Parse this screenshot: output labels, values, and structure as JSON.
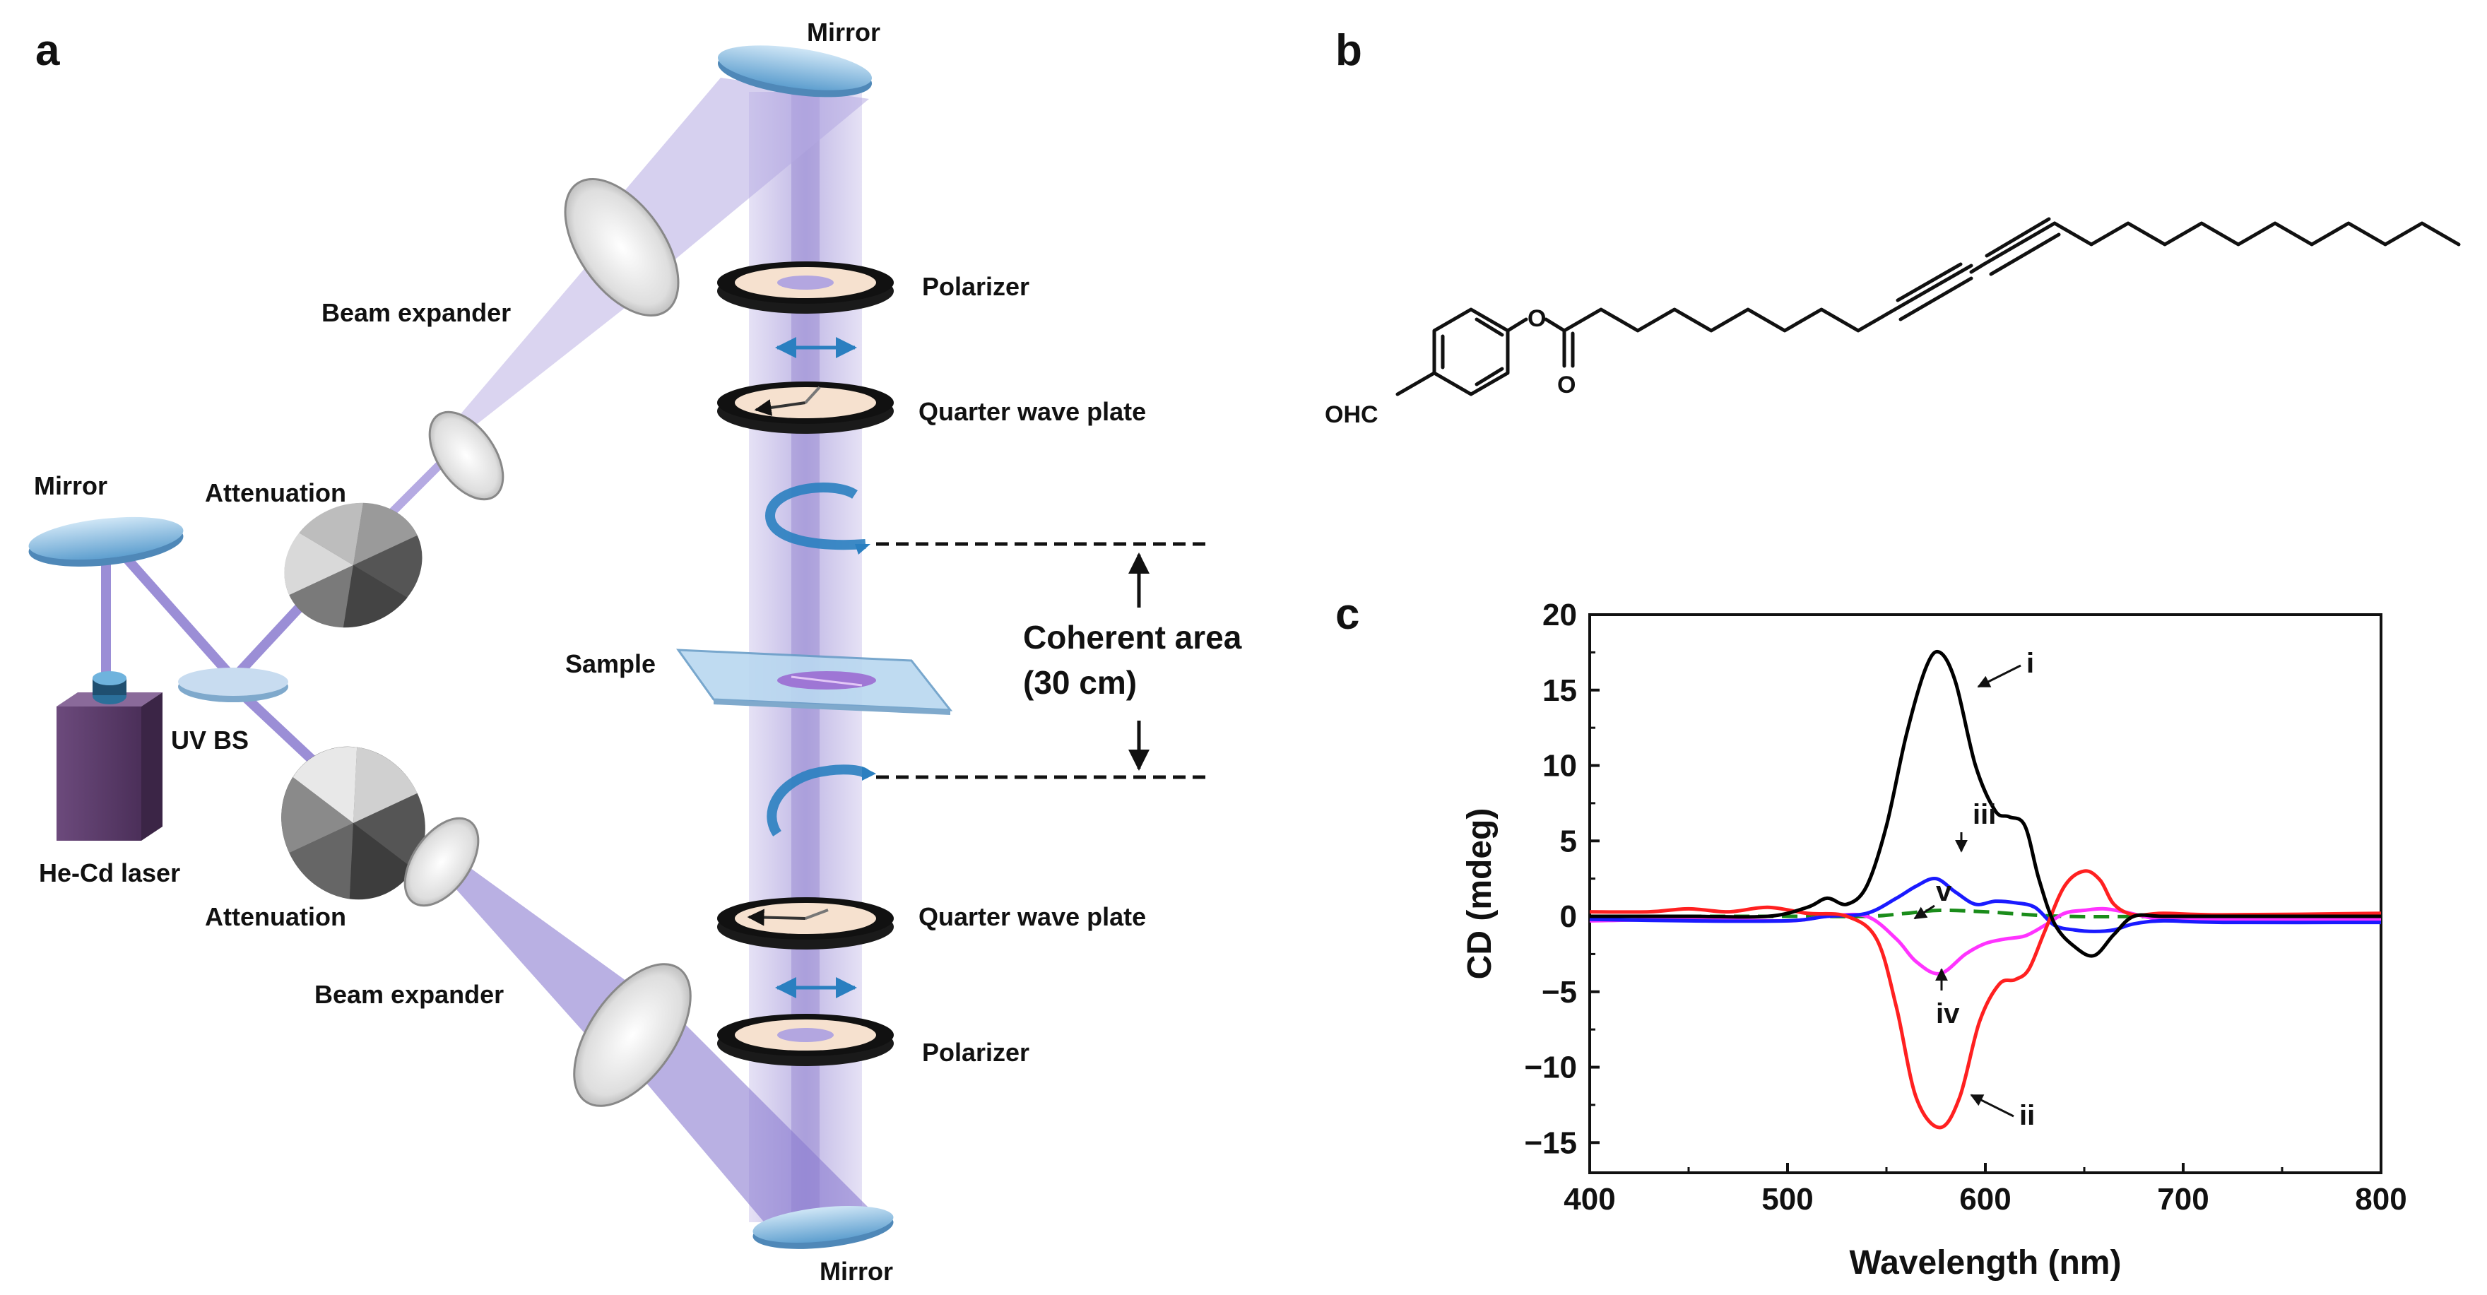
{
  "panels": {
    "a": {
      "letter": "a",
      "labels": {
        "mirror_top": "Mirror",
        "mirror_left": "Mirror",
        "mirror_bottom": "Mirror",
        "beam_expander_top": "Beam expander",
        "beam_expander_bottom": "Beam expander",
        "attenuation_top": "Attenuation",
        "attenuation_bottom": "Attenuation",
        "polarizer_top": "Polarizer",
        "polarizer_bottom": "Polarizer",
        "qwp_top": "Quarter wave plate",
        "qwp_bottom": "Quarter wave plate",
        "sample": "Sample",
        "uv_bs": "UV BS",
        "laser": "He-Cd laser",
        "coherent_line1": "Coherent area",
        "coherent_line2": "(30 cm)"
      }
    },
    "b": {
      "letter": "b",
      "ohc": "OHC",
      "ester_o": "O",
      "carbonyl_o": "O"
    },
    "c": {
      "letter": "c"
    }
  },
  "colors": {
    "beam": "#9b8ed6",
    "mirror": "#7fb6de",
    "series_i": "#000000",
    "series_ii": "#ff2020",
    "series_iii": "#1a1aff",
    "series_iv": "#ff33ff",
    "series_v": "#1a8c1a"
  },
  "chart_data": {
    "type": "line",
    "xlabel": "Wavelength (nm)",
    "ylabel": "CD (mdeg)",
    "xlim": [
      400,
      800
    ],
    "ylim": [
      -17,
      20
    ],
    "xticks": [
      400,
      500,
      600,
      700,
      800
    ],
    "yticks": [
      20,
      15,
      10,
      5,
      0,
      -5,
      -10,
      -15
    ],
    "grid": false,
    "series": [
      {
        "name": "i",
        "color": "#000000",
        "dash": false,
        "x": [
          400,
          450,
          490,
          510,
          520,
          530,
          540,
          550,
          560,
          570,
          577,
          585,
          595,
          605,
          612,
          620,
          627,
          635,
          645,
          655,
          665,
          675,
          690,
          720,
          800
        ],
        "y": [
          0,
          0,
          0,
          0.6,
          1.2,
          0.8,
          2,
          6,
          12,
          16.5,
          17.5,
          15.5,
          10,
          7,
          6.6,
          6,
          2.5,
          -0.5,
          -2,
          -2.6,
          -1.2,
          0,
          0,
          0,
          0
        ]
      },
      {
        "name": "ii",
        "color": "#ff2020",
        "dash": false,
        "x": [
          400,
          430,
          450,
          470,
          490,
          510,
          530,
          545,
          555,
          565,
          577,
          587,
          597,
          607,
          615,
          622,
          630,
          640,
          650,
          658,
          665,
          675,
          690,
          720,
          800
        ],
        "y": [
          0.3,
          0.3,
          0.5,
          0.3,
          0.6,
          0.2,
          0,
          -1.5,
          -6,
          -12,
          -14,
          -12,
          -7,
          -4.5,
          -4.2,
          -3.5,
          -1,
          2,
          3,
          2.4,
          0.8,
          0.1,
          0.2,
          0.1,
          0.2
        ]
      },
      {
        "name": "iii",
        "color": "#1a1aff",
        "dash": false,
        "x": [
          400,
          450,
          500,
          520,
          540,
          555,
          565,
          575,
          585,
          595,
          605,
          615,
          625,
          635,
          645,
          655,
          665,
          675,
          690,
          720,
          800
        ],
        "y": [
          -0.2,
          -0.3,
          -0.3,
          0,
          0.2,
          1.2,
          2,
          2.5,
          1.6,
          0.8,
          1,
          0.9,
          0.6,
          -0.6,
          -0.9,
          -1,
          -0.9,
          -0.5,
          -0.3,
          -0.4,
          -0.4
        ]
      },
      {
        "name": "iv",
        "color": "#ff33ff",
        "dash": false,
        "x": [
          400,
          450,
          500,
          520,
          540,
          555,
          565,
          577,
          590,
          600,
          610,
          620,
          630,
          640,
          650,
          660,
          670,
          690,
          720,
          800
        ],
        "y": [
          -0.3,
          -0.2,
          -0.3,
          0,
          0,
          -1.5,
          -3,
          -3.8,
          -2.5,
          -1.8,
          -1.5,
          -1.3,
          -0.6,
          0.2,
          0.4,
          0.5,
          0.3,
          -0.2,
          -0.2,
          -0.2
        ]
      },
      {
        "name": "v",
        "color": "#1a8c1a",
        "dash": true,
        "x": [
          400,
          500,
          540,
          560,
          577,
          600,
          640,
          700,
          800
        ],
        "y": [
          0,
          0,
          0,
          0.2,
          0.4,
          0.3,
          0,
          0,
          0
        ]
      }
    ],
    "annotations": [
      "i",
      "ii",
      "iii",
      "iv",
      "v"
    ]
  }
}
